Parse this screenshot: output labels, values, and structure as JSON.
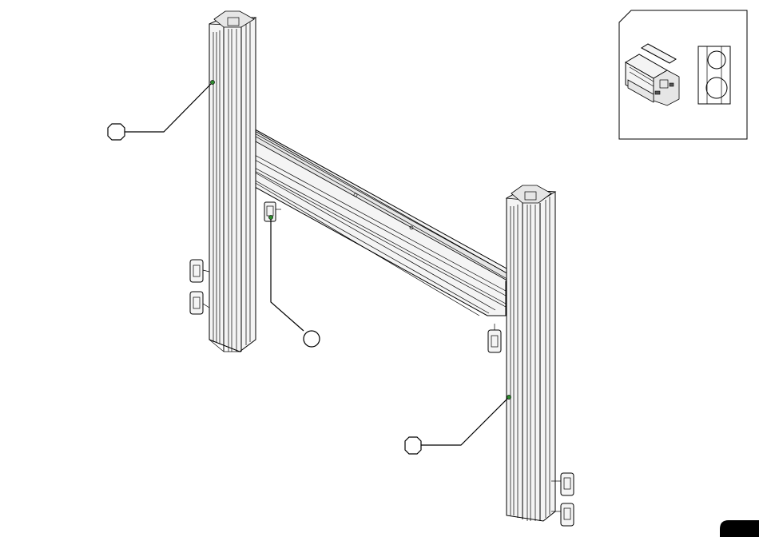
{
  "diagram": {
    "parts": [
      {
        "name": "left-post",
        "kind": "aluminium-profile"
      },
      {
        "name": "right-post",
        "kind": "aluminium-profile"
      },
      {
        "name": "cross-beam",
        "kind": "aluminium-profile"
      },
      {
        "name": "t-slot-nuts",
        "kind": "slot-nut"
      }
    ],
    "callouts": [
      {
        "id": "callout-left-post",
        "label": ""
      },
      {
        "id": "callout-cross-beam-nut",
        "label": ""
      },
      {
        "id": "callout-right-post",
        "label": ""
      }
    ],
    "detail_inset": {
      "contents": [
        "profile-end-detail",
        "slot-detail"
      ]
    },
    "page_tab": {
      "label": ""
    }
  },
  "colors": {
    "marker": "#2e8b2e",
    "line": "#000000",
    "tab": "#000000"
  }
}
